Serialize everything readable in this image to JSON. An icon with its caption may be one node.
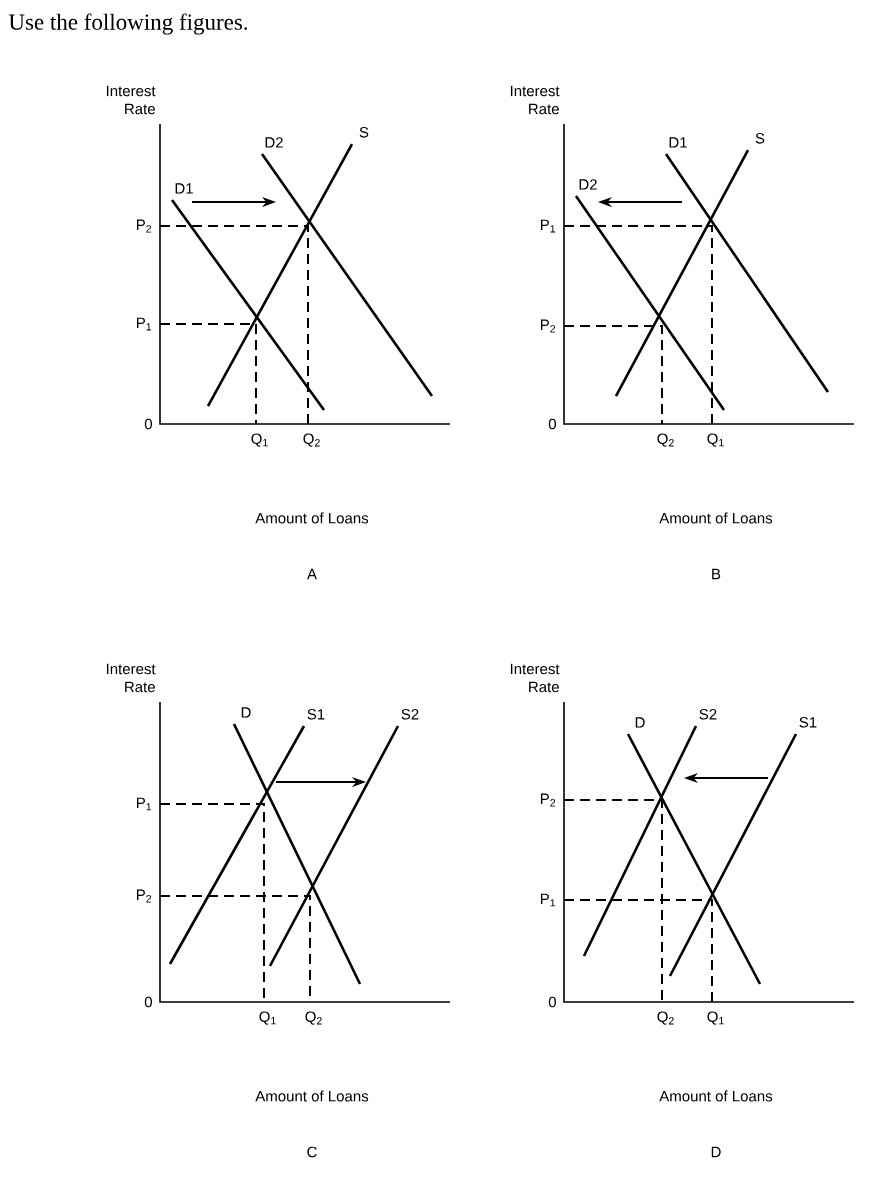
{
  "diagram": {
    "title": "Use the following figures.",
    "labels": [
      "Interest Rate",
      "D2",
      "S",
      "D1",
      "P$_{2}$",
      "P$_{1}$",
      "0",
      "Q$_{1}$",
      "Q$_{2}$",
      "Amount of Loans",
      "A",
      "Interest Rate",
      "D1",
      "S",
      "D2",
      "P$_{1}$",
      "P$_{2}$",
      "0",
      "Q$_{2}$",
      "Q$_{1}$",
      "Amount of Loans",
      "B",
      "Interest Rate",
      "D",
      "S1",
      "S2",
      "P$_{1}$",
      "P$_{2}$",
      "0",
      "Q$_{1}$",
      "Q$_{2}$",
      "Amount of Loans",
      "C",
      "Interest Rate",
      "D",
      "S2",
      "S1",
      "P$_{2}$",
      "P$_{1}$",
      "0",
      "Q$_{2}$",
      "Q$_{1}$",
      "Amount of Loans",
      "D"
    ]
  }
}
